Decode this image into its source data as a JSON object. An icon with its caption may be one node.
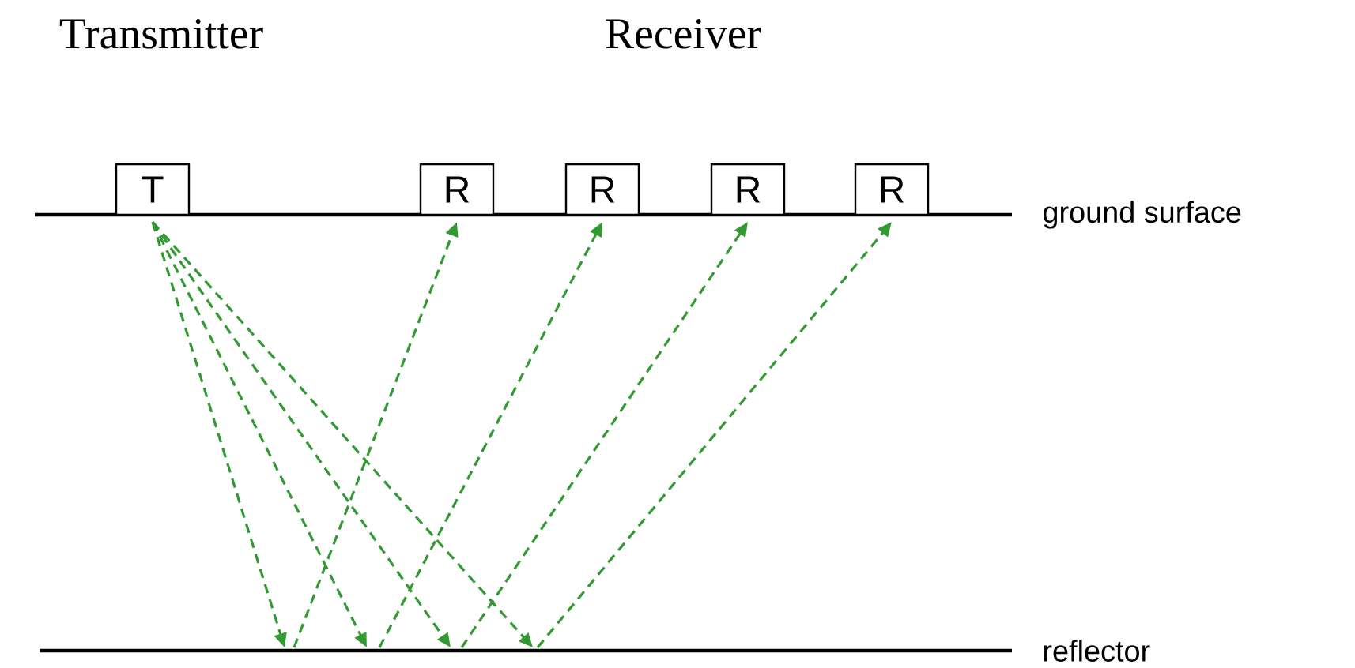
{
  "diagram": {
    "nodes": [
      {
        "text": [
          "T"
        ]
      },
      {
        "text": [
          "R"
        ]
      },
      {
        "text": [
          "R"
        ]
      },
      {
        "text": [
          "R"
        ]
      },
      {
        "text": [
          "R"
        ]
      }
    ],
    "edges": [
      {
        "from": 0,
        "to": null,
        "arrow": "to",
        "style": "dashed",
        "color": "#339933"
      },
      {
        "from": 0,
        "to": null,
        "arrow": "to",
        "style": "dashed",
        "color": "#339933"
      },
      {
        "from": 0,
        "to": null,
        "arrow": "to",
        "style": "dashed",
        "color": "#339933"
      },
      {
        "from": 0,
        "to": null,
        "arrow": "to",
        "style": "dashed",
        "color": "#339933"
      },
      {
        "from": null,
        "to": 1,
        "arrow": "to",
        "style": "dashed",
        "color": "#339933"
      },
      {
        "from": null,
        "to": 2,
        "arrow": "to",
        "style": "dashed",
        "color": "#339933"
      },
      {
        "from": null,
        "to": 3,
        "arrow": "to",
        "style": "dashed",
        "color": "#339933"
      },
      {
        "from": null,
        "to": 4,
        "arrow": "to",
        "style": "dashed",
        "color": "#339933"
      }
    ],
    "labels": [
      "Transmitter",
      "Receiver",
      "ground surface",
      "reflector"
    ]
  }
}
